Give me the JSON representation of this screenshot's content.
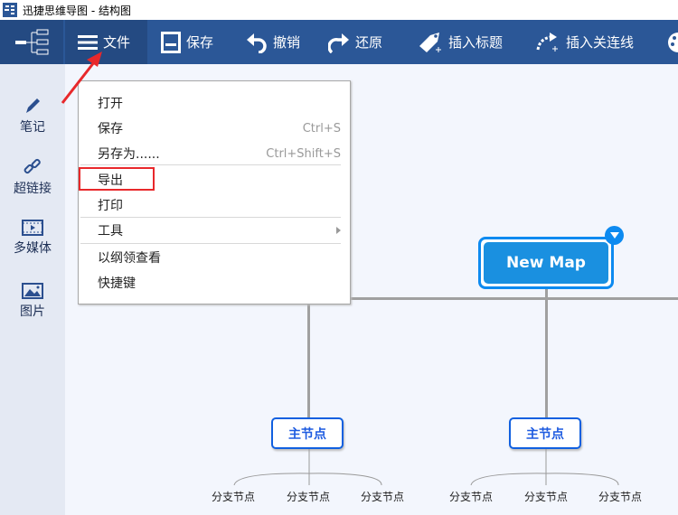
{
  "window": {
    "title": "迅捷思维导图 - 结构图"
  },
  "toolbar": {
    "items": [
      {
        "label": "文件",
        "icon": "menu-icon"
      },
      {
        "label": "保存",
        "icon": "save-icon"
      },
      {
        "label": "撤销",
        "icon": "undo-icon"
      },
      {
        "label": "还原",
        "icon": "redo-icon"
      },
      {
        "label": "插入标题",
        "icon": "tag-icon"
      },
      {
        "label": "插入关连线",
        "icon": "connector-icon"
      }
    ]
  },
  "sidebar": {
    "items": [
      {
        "label": "笔记",
        "icon": "pencil-icon"
      },
      {
        "label": "超链接",
        "icon": "link-icon"
      },
      {
        "label": "多媒体",
        "icon": "video-icon"
      },
      {
        "label": "图片",
        "icon": "image-icon"
      }
    ]
  },
  "file_menu": {
    "items": [
      {
        "label": "打开",
        "shortcut": ""
      },
      {
        "label": "保存",
        "shortcut": "Ctrl+S"
      },
      {
        "label": "另存为......",
        "shortcut": "Ctrl+Shift+S"
      },
      {
        "label": "导出",
        "shortcut": "",
        "highlighted": true
      },
      {
        "label": "打印",
        "shortcut": ""
      },
      {
        "label": "工具",
        "shortcut": "",
        "submenu": true
      },
      {
        "label": "以纲领查看",
        "shortcut": ""
      },
      {
        "label": "快捷键",
        "shortcut": ""
      }
    ]
  },
  "map": {
    "root": "New Map",
    "main_nodes": [
      {
        "label": "主节点",
        "branches": [
          "分支节点",
          "分支节点",
          "分支节点"
        ]
      },
      {
        "label": "主节点",
        "branches": [
          "分支节点",
          "分支节点",
          "分支节点"
        ]
      }
    ]
  },
  "colors": {
    "toolbar": "#2b5797",
    "root_node": "#1a90e0",
    "annotation": "#e8282b"
  }
}
